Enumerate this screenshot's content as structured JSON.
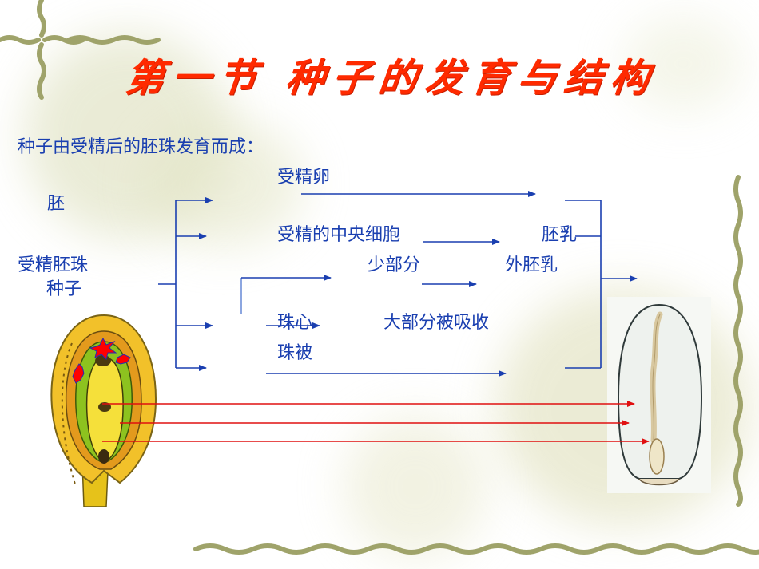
{
  "slide": {
    "title": "第一节 种子的发育与结构",
    "intro": "种子由受精后的胚珠发育而成："
  },
  "diagram": {
    "left_labels": {
      "ovule": "受精胚珠",
      "seed": "种子",
      "embryo": "胚"
    },
    "branches": {
      "fertilized_egg": "受精卵",
      "central_cell": "受精的中央细胞",
      "small_part": "少部分",
      "nucellus": "珠心",
      "mostly_absorbed": "大部分被吸收",
      "integument": "珠被"
    },
    "results": {
      "endosperm": "胚乳",
      "perisperm": "外胚乳"
    },
    "colors": {
      "title": "#ff2a00",
      "text": "#1a3fb0",
      "arrow": "#1a3fb0",
      "red_arrow": "#e01010",
      "vine": "#9fa36a"
    }
  },
  "images": {
    "ovule_illustration": "fertilized-ovule-cross-section",
    "seed_illustration": "seed-longitudinal-section"
  }
}
